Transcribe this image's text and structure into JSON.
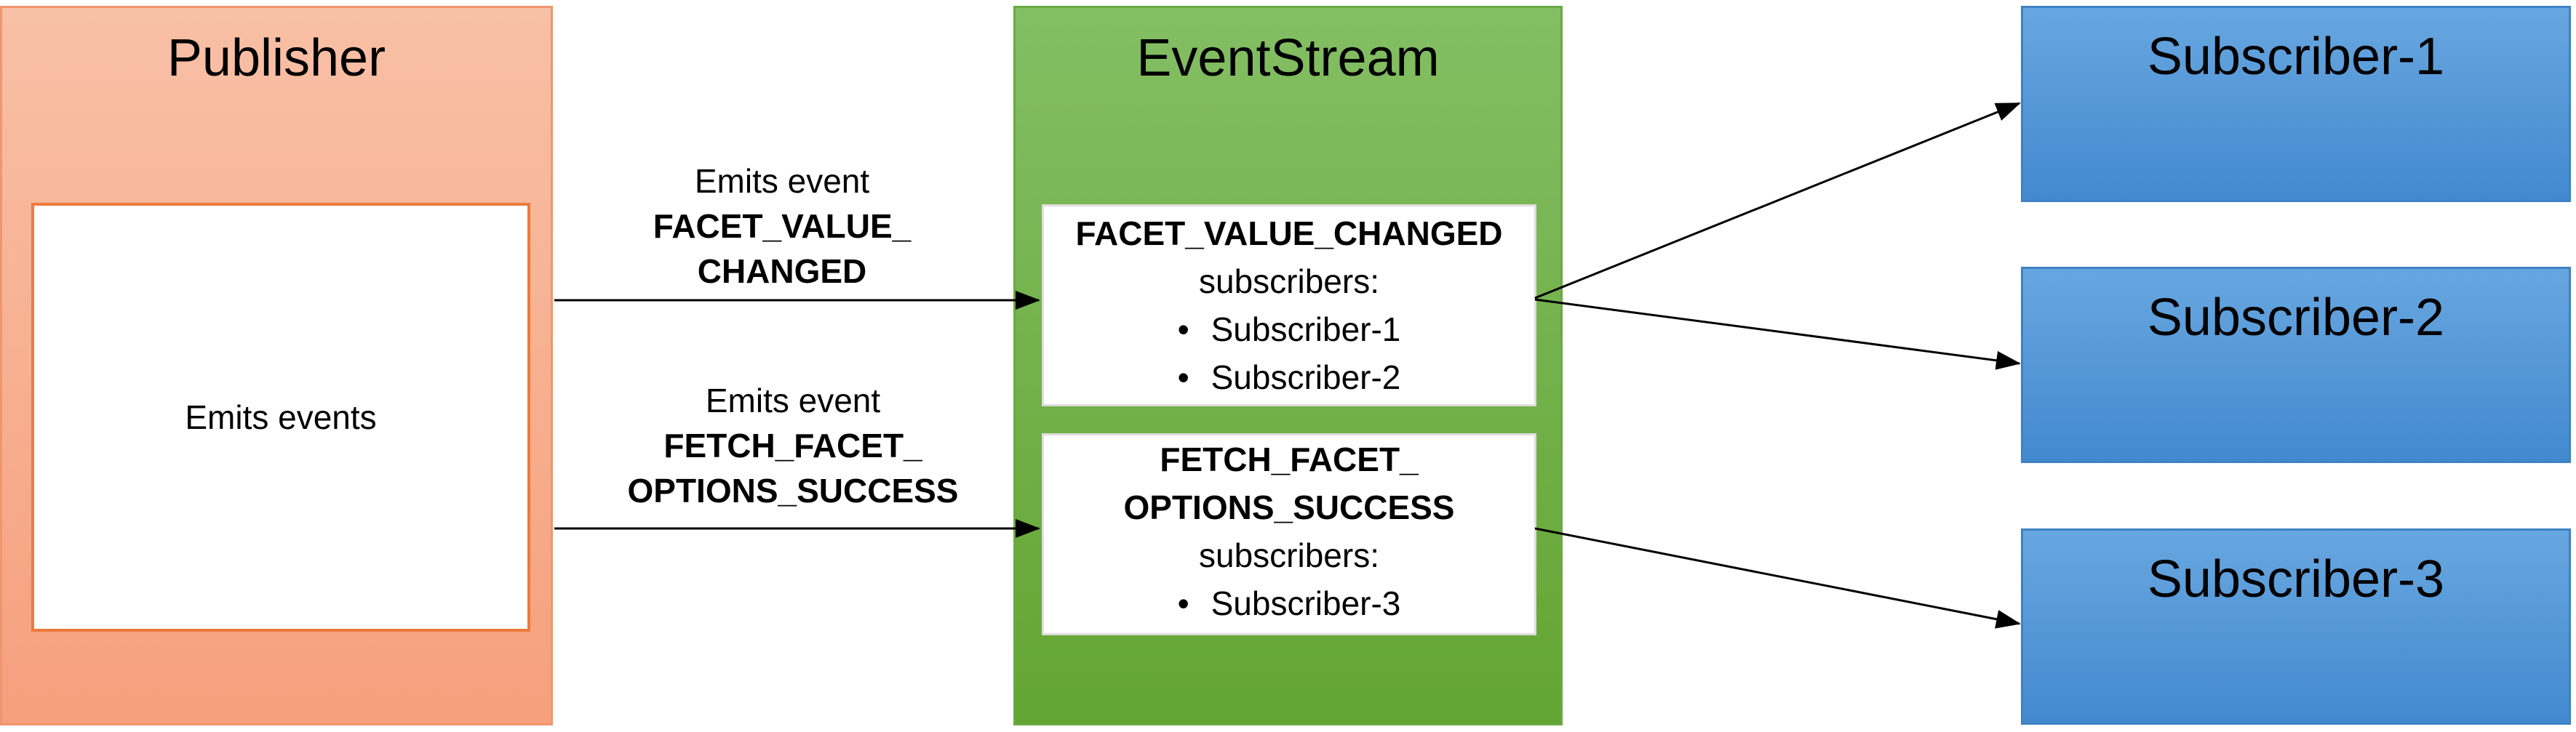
{
  "publisher": {
    "title": "Publisher",
    "inner_label": "Emits events"
  },
  "event_stream": {
    "title": "EventStream",
    "events": [
      {
        "name": "FACET_VALUE_CHANGED",
        "subscribers_label": "subscribers:",
        "subscribers": [
          "Subscriber-1",
          "Subscriber-2"
        ]
      },
      {
        "name_line_1": "FETCH_FACET_",
        "name_line_2": "OPTIONS_SUCCESS",
        "subscribers_label": "subscribers:",
        "subscribers": [
          "Subscriber-3"
        ]
      }
    ]
  },
  "subscribers": [
    {
      "title": "Subscriber-1"
    },
    {
      "title": "Subscriber-2"
    },
    {
      "title": "Subscriber-3"
    }
  ],
  "arrow_labels": [
    {
      "line_1": "Emits event",
      "line_2": "FACET_VALUE_",
      "line_3": "CHANGED"
    },
    {
      "line_1": "Emits event",
      "line_2": "FETCH_FACET_",
      "line_3": "OPTIONS_SUCCESS"
    }
  ],
  "bullet_glyph": "•"
}
